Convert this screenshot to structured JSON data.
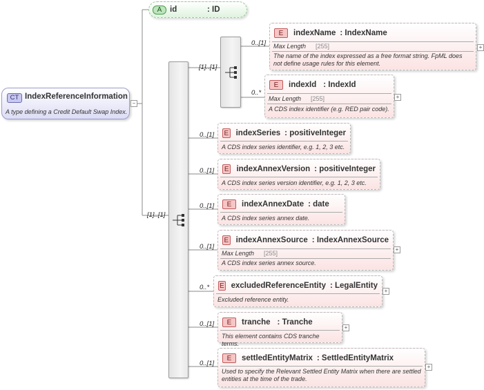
{
  "complex_type": {
    "badge": "CT",
    "name": "IndexReferenceInformation",
    "doc": "A type defining a Credit Default Swap Index."
  },
  "attribute": {
    "badge": "A",
    "name": "id",
    "type": ": ID"
  },
  "outer_sequence": {
    "cardinality": "[1]..[1]"
  },
  "inner_sequence": {
    "cardinality": "[1]..[1]"
  },
  "facet_label": "Max Length",
  "elements": [
    {
      "badge": "E",
      "name": "indexName",
      "type": ": IndexName",
      "cardinality": "0..[1]",
      "facet_value": "[255]",
      "doc": "The name of the index expressed as a free format string. FpML does not define usage rules for this element."
    },
    {
      "badge": "E",
      "name": "indexId",
      "type": ": IndexId",
      "cardinality": "0..*",
      "facet_value": "[255]",
      "doc": "A CDS index identifier (e.g. RED pair code)."
    },
    {
      "badge": "E",
      "name": "indexSeries",
      "type": ": positiveInteger",
      "cardinality": "0..[1]",
      "doc": "A CDS index series identifier, e.g. 1, 2, 3 etc."
    },
    {
      "badge": "E",
      "name": "indexAnnexVersion",
      "type": ": positiveInteger",
      "cardinality": "0..[1]",
      "doc": "A CDS index series version identifier, e.g. 1, 2, 3 etc."
    },
    {
      "badge": "E",
      "name": "indexAnnexDate",
      "type": ": date",
      "cardinality": "0..[1]",
      "doc": "A CDS index series annex date."
    },
    {
      "badge": "E",
      "name": "indexAnnexSource",
      "type": ": IndexAnnexSource",
      "cardinality": "0..[1]",
      "facet_value": "[255]",
      "doc": "A CDS index series annex source."
    },
    {
      "badge": "E",
      "name": "excludedReferenceEntity",
      "type": ": LegalEntity",
      "cardinality": "0..*",
      "doc": "Excluded reference entity."
    },
    {
      "badge": "E",
      "name": "tranche",
      "type": ": Tranche",
      "cardinality": "0..[1]",
      "doc": "This element contains CDS tranche terms."
    },
    {
      "badge": "E",
      "name": "settledEntityMatrix",
      "type": ": SettledEntityMatrix",
      "cardinality": "0..[1]",
      "doc": "Used to specify the Relevant Settled Entity Matrix when there are settled entities at the time of the trade."
    }
  ]
}
